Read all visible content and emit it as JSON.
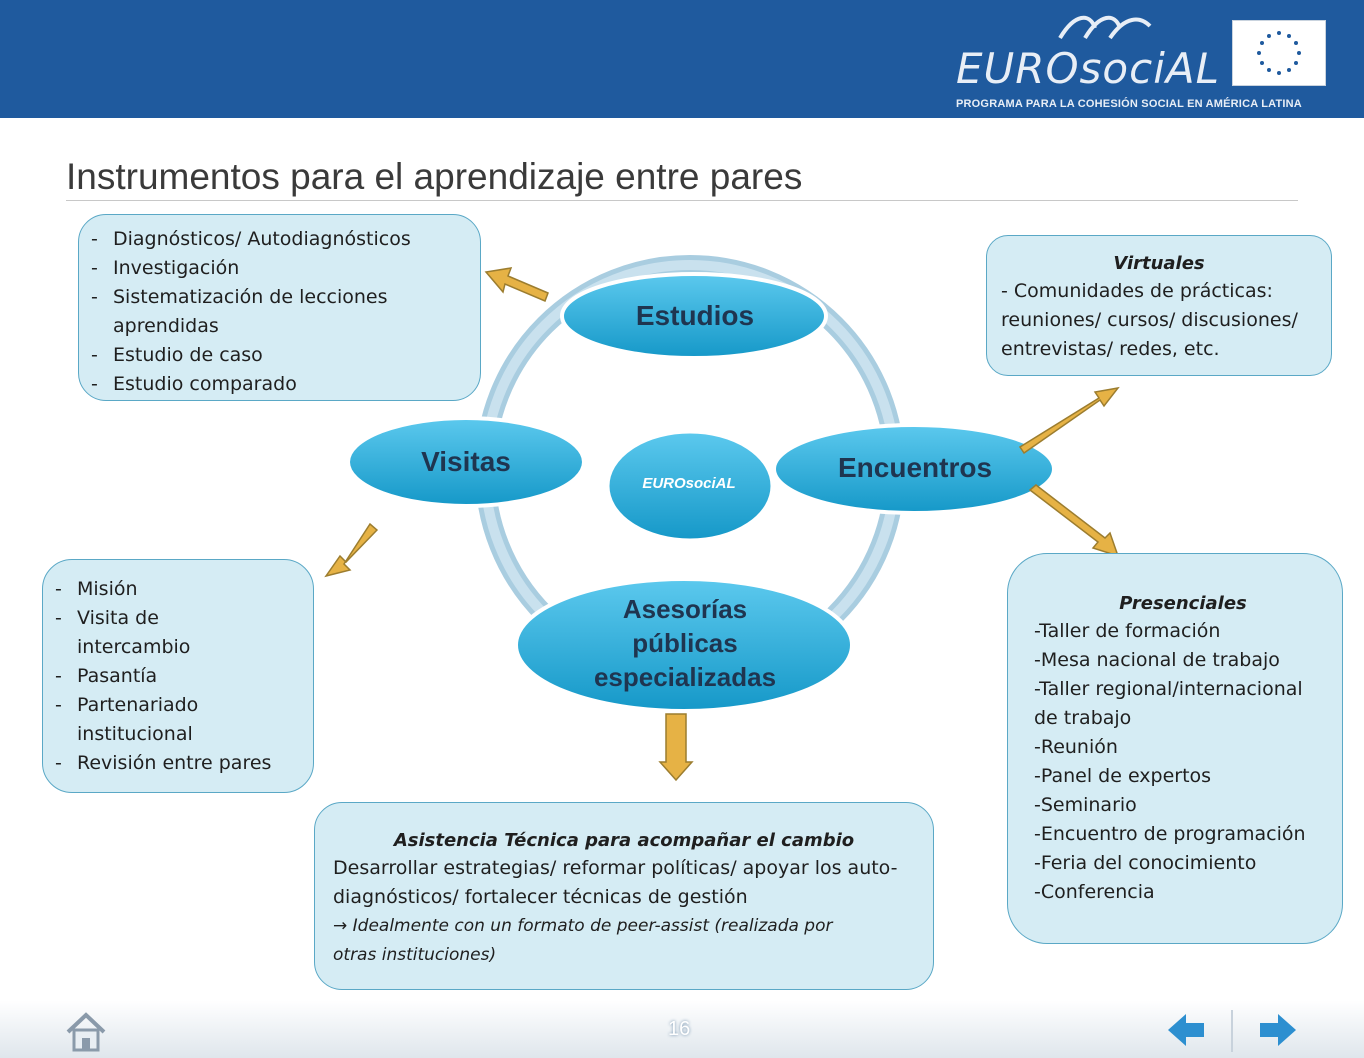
{
  "header": {
    "logo_text": "EUROsociAL",
    "tagline": "PROGRAMA PARA LA COHESIÓN SOCIAL EN AMÉRICA LATINA"
  },
  "slide": {
    "title": "Instrumentos para el aprendizaje entre pares"
  },
  "diagram": {
    "center": "EUROsociAL",
    "nodes": {
      "estudios": "Estudios",
      "encuentros": "Encuentros",
      "visitas": "Visitas",
      "asesorias": [
        "Asesorías",
        "públicas",
        "especializadas"
      ]
    }
  },
  "boxes": {
    "estudios": [
      "Diagnósticos/ Autodiagnósticos",
      "Investigación",
      "Sistematización de lecciones",
      "aprendidas",
      "Estudio de caso",
      "Estudio comparado"
    ],
    "visitas": [
      "Misión",
      "Visita de",
      "intercambio",
      "Pasantía",
      "Partenariado",
      "institucional",
      "Revisión entre pares"
    ],
    "virtuales": {
      "heading": "Virtuales",
      "lines": [
        "- Comunidades de prácticas:",
        "reuniones/ cursos/ discusiones/",
        "entrevistas/ redes, etc."
      ]
    },
    "presenciales": {
      "heading": "Presenciales",
      "lines": [
        "-Taller de formación",
        "-Mesa nacional de trabajo",
        "-Taller regional/internacional",
        "de trabajo",
        "-Reunión",
        "-Panel de expertos",
        "-Seminario",
        "-Encuentro de programación",
        "-Feria del conocimiento",
        "-Conferencia"
      ]
    },
    "asistencia": {
      "heading": "Asistencia Técnica para acompañar el cambio",
      "line1": "Desarrollar estrategias/ reformar políticas/ apoyar los auto-",
      "line2": "diagnósticos/ fortalecer técnicas de gestión",
      "line3": "→ Idealmente con un formato de peer-assist (realizada por",
      "line4": "otras instituciones)"
    }
  },
  "footer": {
    "page_number": "16"
  },
  "colors": {
    "header_blue": "#1f5a9e",
    "node_blue": "#1aa6d4",
    "box_fill": "#d5ecf4",
    "arrow_fill": "#e6b245"
  }
}
